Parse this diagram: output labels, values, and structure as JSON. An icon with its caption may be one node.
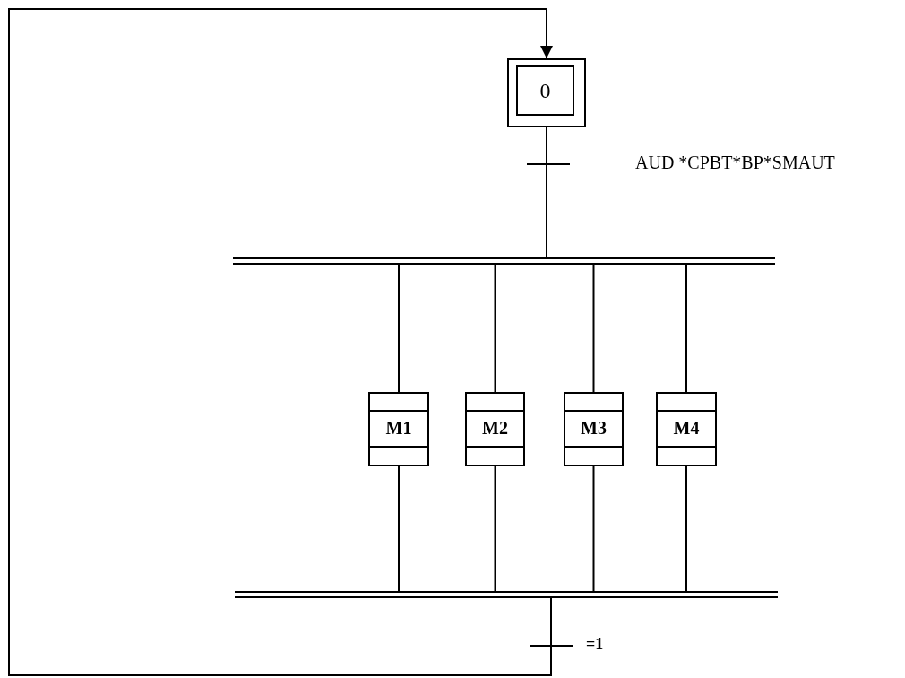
{
  "diagram": {
    "nodes": [
      {
        "text": [
          "0"
        ]
      },
      {
        "text": [],
        "shape": "bar"
      },
      {
        "text": [
          "M1"
        ]
      },
      {
        "text": [
          "M2"
        ]
      },
      {
        "text": [
          "M3"
        ]
      },
      {
        "text": [
          "M4"
        ]
      },
      {
        "text": [],
        "shape": "bar"
      }
    ],
    "edges": [
      {
        "from": 0,
        "to": 1,
        "arrow": "none",
        "label": "AUD *CPBT*BP*SMAUT"
      },
      {
        "from": 1,
        "to": 2,
        "arrow": "none"
      },
      {
        "from": 1,
        "to": 3,
        "arrow": "none"
      },
      {
        "from": 1,
        "to": 4,
        "arrow": "none"
      },
      {
        "from": 1,
        "to": 5,
        "arrow": "none"
      },
      {
        "from": 2,
        "to": 6,
        "arrow": "none"
      },
      {
        "from": 3,
        "to": 6,
        "arrow": "none"
      },
      {
        "from": 4,
        "to": 6,
        "arrow": "none"
      },
      {
        "from": 5,
        "to": 6,
        "arrow": "none"
      },
      {
        "from": 6,
        "to": 0,
        "arrow": "to",
        "label": "=1"
      }
    ]
  }
}
